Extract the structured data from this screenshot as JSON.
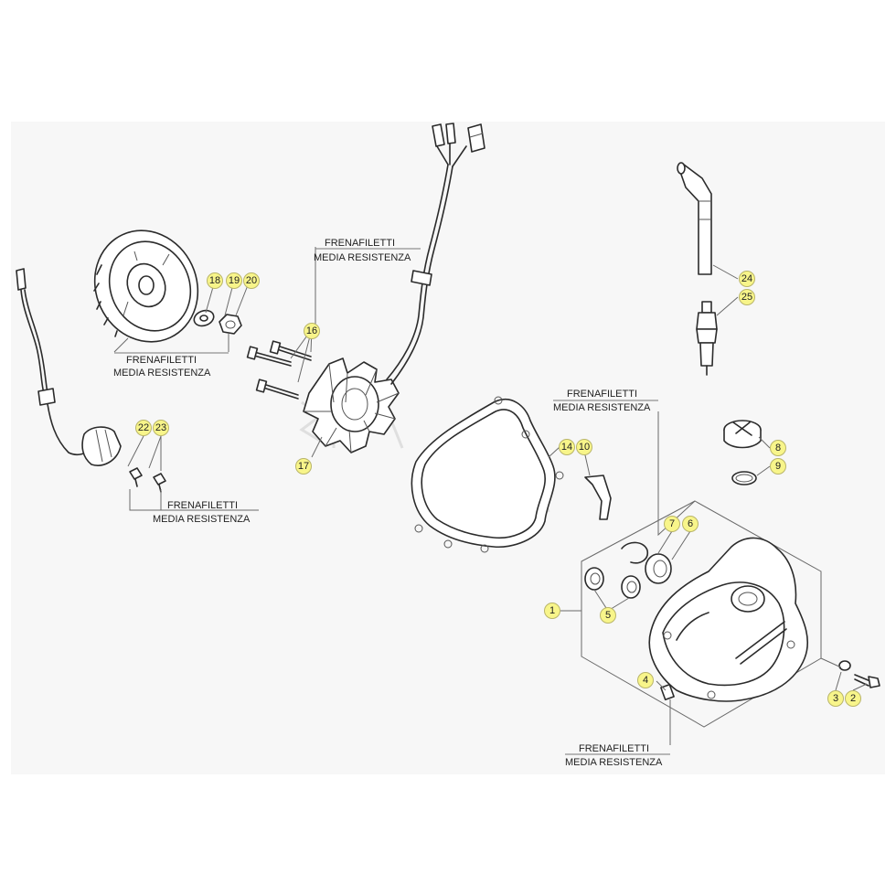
{
  "notes": [
    {
      "id": "n1",
      "line1": "FRENAFILETTI",
      "line2": "MEDIA RESISTENZA"
    },
    {
      "id": "n2",
      "line1": "FRENAFILETTI",
      "line2": "MEDIA RESISTENZA"
    },
    {
      "id": "n3",
      "line1": "FRENAFILETTI",
      "line2": "MEDIA RESISTENZA"
    },
    {
      "id": "n4",
      "line1": "FRENAFILETTI",
      "line2": "MEDIA RESISTENZA"
    },
    {
      "id": "n5",
      "line1": "FRENAFILETTI",
      "line2": "MEDIA RESISTENZA"
    }
  ],
  "callouts": [
    "1",
    "2",
    "3",
    "4",
    "5",
    "6",
    "7",
    "8",
    "9",
    "10",
    "14",
    "16",
    "17",
    "18",
    "19",
    "20",
    "22",
    "23",
    "24",
    "25"
  ],
  "colors": {
    "callout_fill": "#f8f58a",
    "line": "#2b2b2b",
    "panel": "#f7f7f7"
  }
}
